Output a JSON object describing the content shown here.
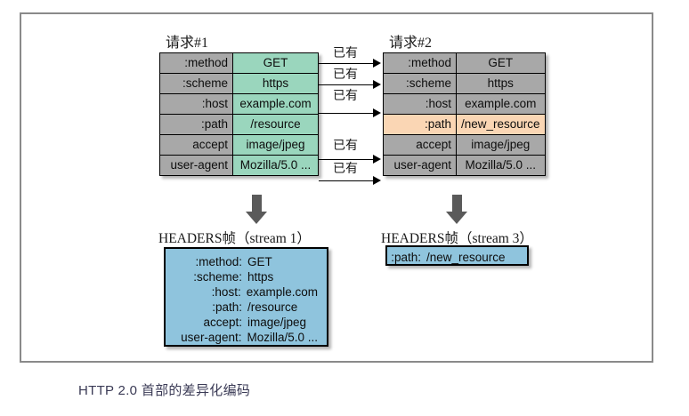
{
  "figure": {
    "caption": "HTTP 2.0 首部的差异化编码"
  },
  "request1": {
    "title": "请求#1",
    "rows": [
      {
        "name": ":method",
        "value": "GET"
      },
      {
        "name": ":scheme",
        "value": "https"
      },
      {
        "name": ":host",
        "value": "example.com"
      },
      {
        "name": ":path",
        "value": "/resource"
      },
      {
        "name": "accept",
        "value": "image/jpeg"
      },
      {
        "name": "user-agent",
        "value": "Mozilla/5.0 ..."
      }
    ]
  },
  "request2": {
    "title": "请求#2",
    "rows": [
      {
        "name": ":method",
        "value": "GET"
      },
      {
        "name": ":scheme",
        "value": "https"
      },
      {
        "name": ":host",
        "value": "example.com"
      },
      {
        "name": ":path",
        "value": "/new_resource"
      },
      {
        "name": "accept",
        "value": "image/jpeg"
      },
      {
        "name": "user-agent",
        "value": "Mozilla/5.0 ..."
      }
    ]
  },
  "connectors": {
    "label": "已有",
    "labels": [
      "已有",
      "已有",
      "已有",
      "已有",
      "已有"
    ]
  },
  "frame1": {
    "caption": "HEADERS帧（stream 1）",
    "rows": [
      {
        "key": ":method:",
        "value": "GET"
      },
      {
        "key": ":scheme:",
        "value": "https"
      },
      {
        "key": ":host:",
        "value": "example.com"
      },
      {
        "key": ":path:",
        "value": "/resource"
      },
      {
        "key": "accept:",
        "value": "image/jpeg"
      },
      {
        "key": "user-agent:",
        "value": "Mozilla/5.0 ..."
      }
    ]
  },
  "frame3": {
    "caption": "HEADERS帧（stream 3）",
    "rows": [
      {
        "key": ":path:",
        "value": "/new_resource"
      }
    ]
  },
  "colors": {
    "value_green": "#9ad6bd",
    "cell_gray": "#a8a8a8",
    "highlight_peach": "#fad6b4",
    "frame_blue": "#8fc4dd",
    "arrow_gray": "#5a5a5a",
    "border_black": "#000000",
    "caption_text": "#3a3a55"
  }
}
